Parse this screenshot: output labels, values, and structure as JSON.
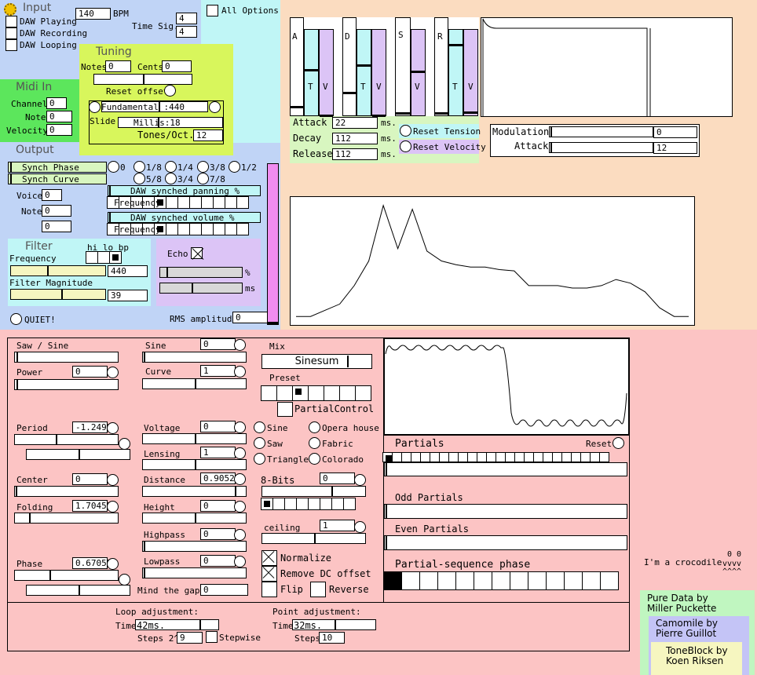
{
  "input": {
    "title": "Input",
    "bpm_value": "140",
    "bpm_label": "BPM",
    "daw_playing": "DAW Playing",
    "daw_recording": "DAW Recording",
    "daw_looping": "DAW Looping",
    "time_sig_label": "Time Sig.",
    "time_sig_num": "4",
    "time_sig_den": "4"
  },
  "all_options": "All Options",
  "tuning": {
    "title": "Tuning",
    "notes_label": "Notes",
    "notes_value": "0",
    "cents_label": "Cents",
    "cents_value": "0",
    "reset_offset": "Reset offset",
    "fundamental": "Fundamental :440",
    "slide": "Slide",
    "millis": "Millis:18",
    "tones_oct_label": "Tones/Oct.",
    "tones_oct_value": "12"
  },
  "midi_in": {
    "title": "Midi In",
    "channel_label": "Channel",
    "channel_value": "0",
    "note_label": "Note",
    "note_value": "0",
    "velocity_label": "Velocity",
    "velocity_value": "0"
  },
  "output": {
    "title": "Output",
    "synch_phase": "Synch Phase",
    "synch_curve": "Synch Curve",
    "fractions": [
      "0",
      "1/8",
      "1/4",
      "3/8",
      "1/2",
      "5/8",
      "3/4",
      "7/8"
    ],
    "panning_label": "DAW synched panning %",
    "volume_label": "DAW synched volume %",
    "frequency_label": "Frequency",
    "voice_label": "Voice",
    "voice_value": "0",
    "note_label": "Note",
    "note_value": "0",
    "extra_value": "0",
    "rms_label": "RMS amplitude",
    "rms_value": "0",
    "quiet": "QUIET!"
  },
  "filter": {
    "title": "Filter",
    "types": "hi lo bp",
    "frequency_label": "Frequency",
    "frequency_value": "440",
    "magnitude_label": "Filter Magnitude",
    "magnitude_value": "39"
  },
  "echo": {
    "label": "Echo",
    "percent_unit": "%",
    "ms_unit": "ms"
  },
  "envelope": {
    "stage_labels": [
      "A",
      "D",
      "S",
      "R"
    ],
    "t_label": "T",
    "v_label": "V",
    "attack_label": "Attack",
    "attack_value": "22",
    "decay_label": "Decay",
    "decay_value": "112",
    "release_label": "Release",
    "release_value": "112",
    "ms_unit": "ms.",
    "reset_tension": "Reset Tension",
    "reset_velocity": "Reset Velocity"
  },
  "modulation": {
    "modulation_label": "Modulation",
    "modulation_value": "0",
    "attack_label": "Attack",
    "attack_value": "12"
  },
  "synth": {
    "saw_sine": "Saw / Sine",
    "power_label": "Power",
    "power_value": "0",
    "sine_label": "Sine",
    "sine_value": "0",
    "curve_label": "Curve",
    "curve_value": "1",
    "period_label": "Period",
    "period_value": "-1.2491",
    "voltage_label": "Voltage",
    "voltage_value": "0",
    "lensing_label": "Lensing",
    "lensing_value": "1",
    "center_label": "Center",
    "center_value": "0",
    "distance_label": "Distance",
    "distance_value": "0.90527",
    "folding_label": "Folding",
    "folding_value": "1.70457",
    "height_label": "Height",
    "height_value": "0",
    "highpass_label": "Highpass",
    "highpass_value": "0",
    "lowpass_label": "Lowpass",
    "lowpass_value": "0",
    "phase_label": "Phase",
    "phase_value": "0.67055",
    "mind_gap_label": "Mind the gap:",
    "mind_gap_value": "0",
    "mix_label": "Mix",
    "mix_value": "Sinesum",
    "preset_label": "Preset",
    "partial_control": "PartialControl",
    "waves": [
      "Sine",
      "Saw",
      "Triangle"
    ],
    "places": [
      "Opera house",
      "Fabric",
      "Colorado"
    ],
    "bits_label": "8-Bits",
    "bits_value": "0",
    "ceiling_label": "ceiling",
    "ceiling_value": "1",
    "normalize": "Normalize",
    "remove_dc": "Remove DC offset",
    "flip": "Flip",
    "reverse": "Reverse"
  },
  "partials": {
    "title": "Partials",
    "reset": "Reset",
    "odd": "Odd Partials",
    "even": "Even Partials",
    "sequence": "Partial-sequence phase"
  },
  "loop": {
    "loop_label": "Loop adjustment:",
    "time_label": "Time",
    "loop_time": "42ms.",
    "steps_label": "Steps 2^",
    "steps_value": "9",
    "stepwise": "Stepwise",
    "point_label": "Point adjustment:",
    "point_time": "32ms.",
    "point_steps_label": "Steps",
    "point_steps_value": "10"
  },
  "credits": {
    "crocodile": "I'm a crocodile",
    "croc_art1": "0 0",
    "croc_art2": "vvvv",
    "croc_art3": "^^^^",
    "pd1": "Pure Data by",
    "pd2": "Miller Puckette",
    "cam1": "Camomile by",
    "cam2": "Pierre Guillot",
    "tb1": "ToneBlock by",
    "tb2": "Koen Riksen"
  },
  "chart_data": {
    "type": "line",
    "xlabel": "",
    "ylabel": "",
    "series": [
      {
        "values": [
          0.05,
          0.05,
          0.1,
          0.15,
          0.3,
          0.5,
          0.95,
          0.6,
          0.92,
          0.58,
          0.5,
          0.47,
          0.45,
          0.45,
          0.43,
          0.42,
          0.3,
          0.3,
          0.3,
          0.28,
          0.28,
          0.3,
          0.35,
          0.32,
          0.25,
          0.12,
          0.05,
          0.05
        ]
      }
    ]
  }
}
